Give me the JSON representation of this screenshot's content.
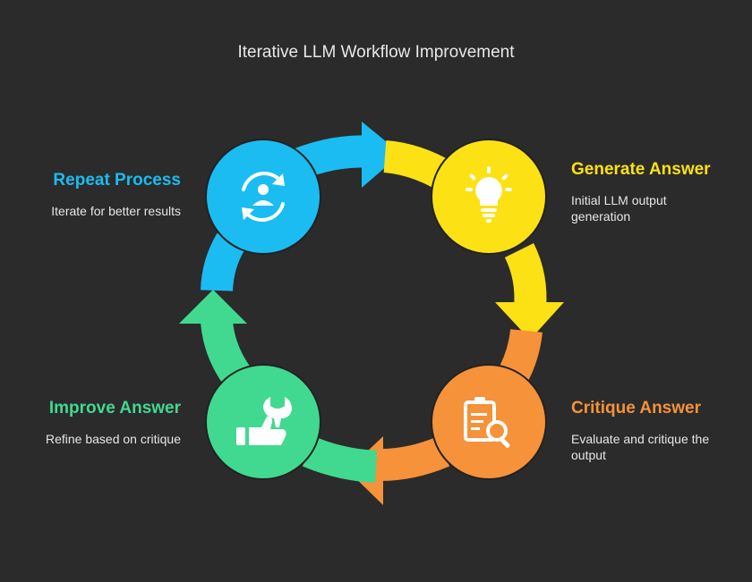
{
  "title": "Iterative LLM Workflow Improvement",
  "colors": {
    "background": "#2b2b2b",
    "blue": "#1bbcf2",
    "yellow": "#fce115",
    "orange": "#f5923a",
    "green": "#41d98f"
  },
  "steps": [
    {
      "id": "generate",
      "title": "Generate Answer",
      "desc": "Initial LLM output generation",
      "color": "#fce115",
      "icon": "lightbulb-icon"
    },
    {
      "id": "critique",
      "title": "Critique Answer",
      "desc": "Evaluate and critique the output",
      "color": "#f5923a",
      "icon": "clipboard-search-icon"
    },
    {
      "id": "improve",
      "title": "Improve Answer",
      "desc": "Refine based on critique",
      "color": "#41d98f",
      "icon": "wrench-thumbs-up-icon"
    },
    {
      "id": "repeat",
      "title": "Repeat Process",
      "desc": "Iterate for better results",
      "color": "#1bbcf2",
      "icon": "refresh-user-icon"
    }
  ]
}
